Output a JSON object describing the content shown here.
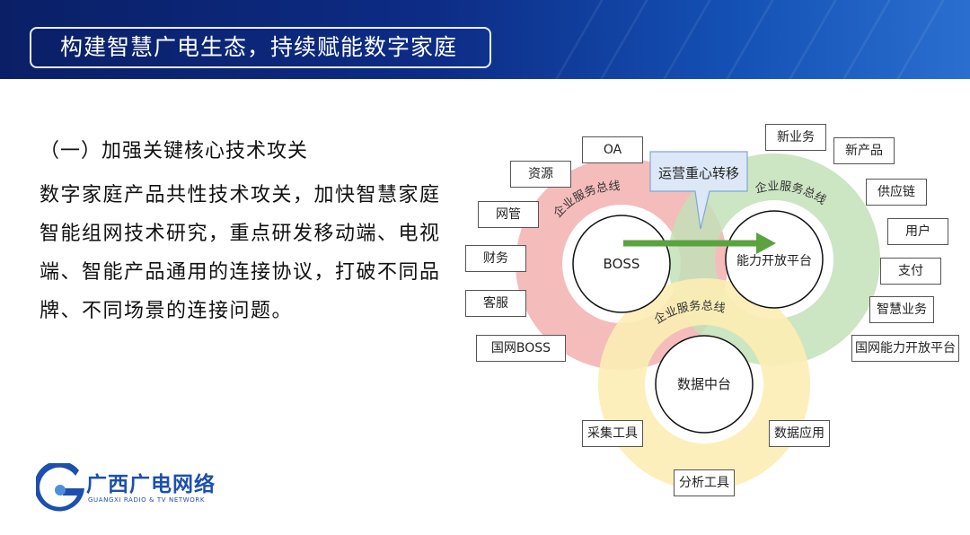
{
  "header": {
    "title": "构建智慧广电生态，持续赋能数字家庭"
  },
  "content": {
    "section_heading": "（一）加强关键核心技术攻关",
    "paragraph_lines": [
      "数字家庭产品共性技术攻关，加快智慧家庭",
      "智能组网技术研究，重点研发移动端、电视",
      "端、智能产品通用的连接协议，打破不同品",
      "牌、不同场景的连接问题。"
    ]
  },
  "diagram": {
    "ring_label": "企业服务总线",
    "circles": {
      "left": {
        "center": "BOSS",
        "ring": "企业服务总线",
        "color": "#f0a3a3"
      },
      "right": {
        "center": "能力开放平台",
        "ring": "企业服务总线",
        "color": "#b9dcb0"
      },
      "bottom": {
        "center": "数据中台",
        "ring": "企业服务总线",
        "color": "#fbe9a8"
      }
    },
    "callout": "运营重心转移",
    "arrow_color": "#55a03c",
    "left_items": [
      "OA",
      "资源",
      "网管",
      "财务",
      "客服",
      "国网BOSS"
    ],
    "right_items": [
      "新业务",
      "新产品",
      "供应链",
      "用户",
      "支付",
      "智慧业务",
      "国网能力开放平台"
    ],
    "bottom_items": [
      "采集工具",
      "数据应用",
      "分析工具"
    ]
  },
  "logo": {
    "name": "广西广电网络",
    "subtitle": "GUANGXI RADIO & TV NETWORK",
    "color": "#1d4fae"
  }
}
